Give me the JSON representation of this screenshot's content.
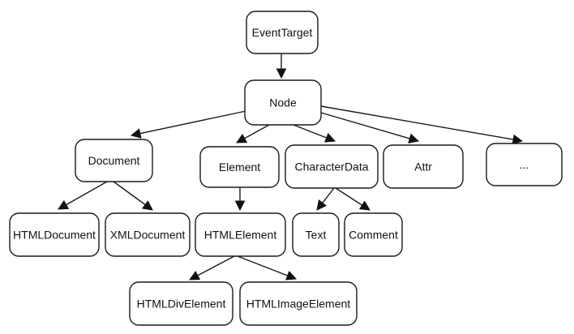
{
  "diagram": {
    "nodes": [
      {
        "id": "eventtarget",
        "label": "EventTarget"
      },
      {
        "id": "node",
        "label": "Node"
      },
      {
        "id": "document",
        "label": "Document"
      },
      {
        "id": "element",
        "label": "Element"
      },
      {
        "id": "characterdata",
        "label": "CharacterData"
      },
      {
        "id": "attr",
        "label": "Attr"
      },
      {
        "id": "more",
        "label": "..."
      },
      {
        "id": "htmldocument",
        "label": "HTMLDocument"
      },
      {
        "id": "xmldocument",
        "label": "XMLDocument"
      },
      {
        "id": "htmlelement",
        "label": "HTMLElement"
      },
      {
        "id": "text",
        "label": "Text"
      },
      {
        "id": "comment",
        "label": "Comment"
      },
      {
        "id": "htmldivelement",
        "label": "HTMLDivElement"
      },
      {
        "id": "htmlimageelement",
        "label": "HTMLImageElement"
      }
    ],
    "edges": [
      {
        "from": "eventtarget",
        "to": "node"
      },
      {
        "from": "node",
        "to": "document"
      },
      {
        "from": "node",
        "to": "element"
      },
      {
        "from": "node",
        "to": "characterdata"
      },
      {
        "from": "node",
        "to": "attr"
      },
      {
        "from": "node",
        "to": "more"
      },
      {
        "from": "document",
        "to": "htmldocument"
      },
      {
        "from": "document",
        "to": "xmldocument"
      },
      {
        "from": "element",
        "to": "htmlelement"
      },
      {
        "from": "characterdata",
        "to": "text"
      },
      {
        "from": "characterdata",
        "to": "comment"
      },
      {
        "from": "htmlelement",
        "to": "htmldivelement"
      },
      {
        "from": "htmlelement",
        "to": "htmlimageelement"
      }
    ]
  }
}
